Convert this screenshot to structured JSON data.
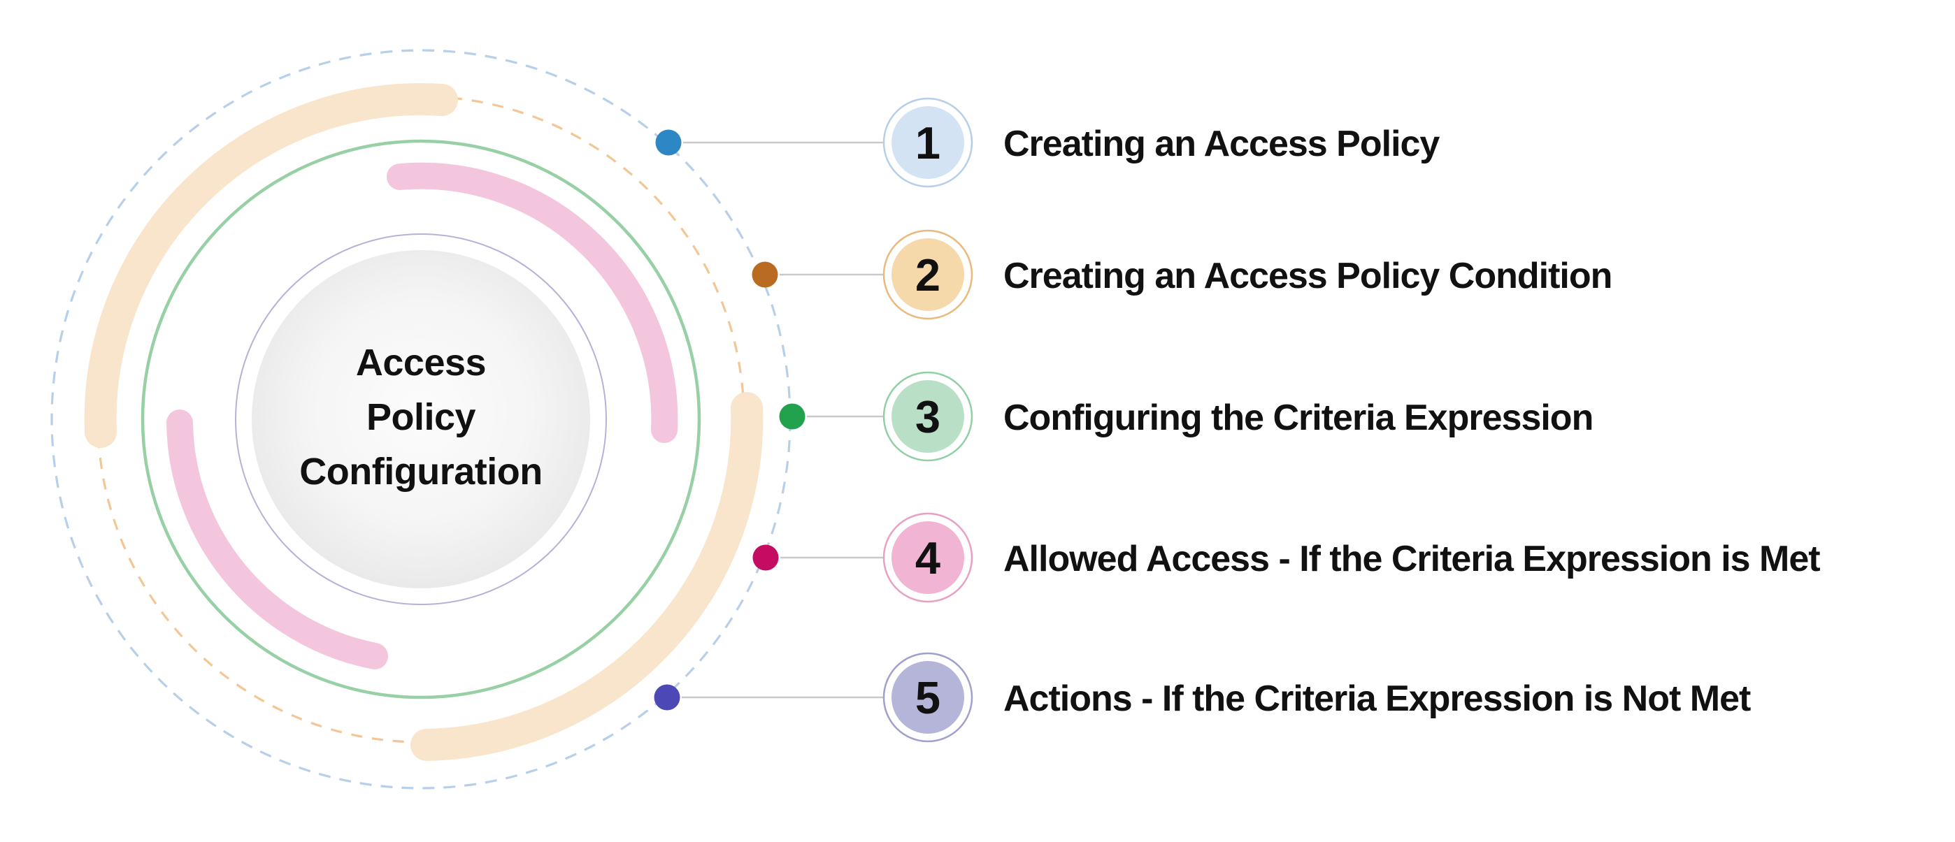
{
  "diagram": {
    "center": {
      "lines": [
        "Access",
        "Policy",
        "Configuration"
      ],
      "fill_inner": "#fcfcfc",
      "fill_mid": "#f5f5f5",
      "fill_outer": "#e8e8e8"
    },
    "rings": {
      "blue_dashed": "#b7cfe9",
      "orange_dashed": "#f3c795",
      "peach": "#f8e5cb",
      "green": "#98d0a5",
      "pink": "#f4c6dd",
      "lavender": "#b9b0d8"
    },
    "connector_color": "#c9c9c9",
    "items": [
      {
        "number": "1",
        "label": "Creating an Access Policy",
        "dot_color": "#2d87c4",
        "fill_color": "#d3e3f3",
        "ring_color": "#b6cfe8"
      },
      {
        "number": "2",
        "label": "Creating an Access Policy Condition",
        "dot_color": "#b96b22",
        "fill_color": "#f6d9ab",
        "ring_color": "#eaba7d"
      },
      {
        "number": "3",
        "label": "Configuring the Criteria Expression",
        "dot_color": "#22a24c",
        "fill_color": "#b9e0c7",
        "ring_color": "#92cfa7"
      },
      {
        "number": "4",
        "label": "Allowed Access - If the Criteria Expression is Met",
        "dot_color": "#c30c62",
        "fill_color": "#f1b4d2",
        "ring_color": "#ea9fc4"
      },
      {
        "number": "5",
        "label": "Actions - If the Criteria Expression is Not Met",
        "dot_color": "#4c49b6",
        "fill_color": "#b5b5da",
        "ring_color": "#a0a0cf"
      }
    ]
  }
}
